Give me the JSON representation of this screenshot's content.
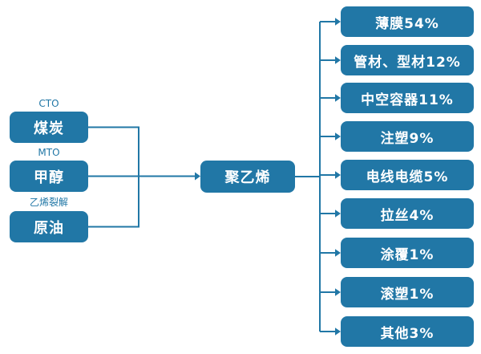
{
  "diagram_title": "",
  "colors": {
    "node_fill": "#2177A6",
    "node_text": "#FFFFFF",
    "line": "#2177A6",
    "background": "#FFFFFF"
  },
  "left_column": {
    "items": [
      {
        "process_label": "CTO",
        "label": "煤炭"
      },
      {
        "process_label": "MTO",
        "label": "甲醇"
      },
      {
        "process_label": "乙烯裂解",
        "label": "原油"
      }
    ]
  },
  "center_node": {
    "label": "聚乙烯"
  },
  "right_column": {
    "items": [
      {
        "label": "薄膜54%"
      },
      {
        "label": "管材、型材12%"
      },
      {
        "label": "中空容器11%"
      },
      {
        "label": "注塑9%"
      },
      {
        "label": "电线电缆5%"
      },
      {
        "label": "拉丝4%"
      },
      {
        "label": "涂覆1%"
      },
      {
        "label": "滚塑1%"
      },
      {
        "label": "其他3%"
      }
    ]
  },
  "chart_data": {
    "type": "table",
    "title": "聚乙烯下游应用占比",
    "sources": [
      {
        "route": "CTO",
        "feedstock": "煤炭"
      },
      {
        "route": "MTO",
        "feedstock": "甲醇"
      },
      {
        "route": "乙烯裂解",
        "feedstock": "原油"
      }
    ],
    "product": "聚乙烯",
    "categories": [
      "薄膜",
      "管材、型材",
      "中空容器",
      "注塑",
      "电线电缆",
      "拉丝",
      "涂覆",
      "滚塑",
      "其他"
    ],
    "values": [
      54,
      12,
      11,
      9,
      5,
      4,
      1,
      1,
      3
    ]
  }
}
